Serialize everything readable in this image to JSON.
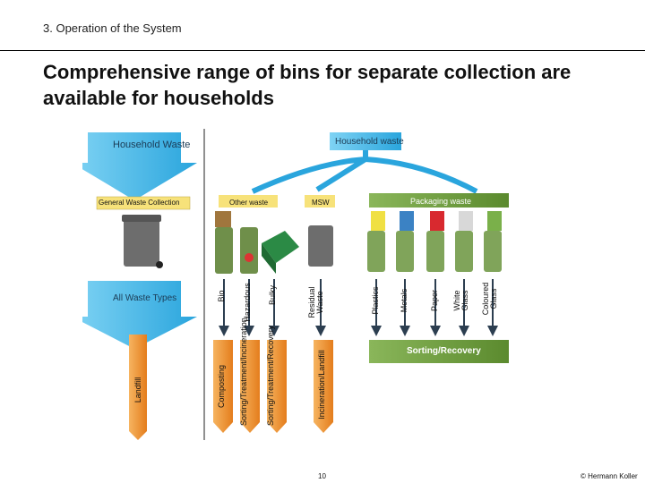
{
  "header": {
    "section": "3. Operation of the System"
  },
  "title": "Comprehensive range of bins for separate collection are available for households",
  "diagram": {
    "household_waste_left": "Household Waste",
    "household_waste_right": "Household waste",
    "general_collection": "General Waste Collection",
    "other_waste": "Other waste",
    "msw": "MSW",
    "packaging_waste": "Packaging waste",
    "all_waste_types": "All Waste Types",
    "landfill": "Landfill",
    "bin_labels": [
      "Bio",
      "Hazardous",
      "Bulky",
      "Residual Waste"
    ],
    "packaging_labels": [
      "Plastics",
      "Metals",
      "Paper",
      "White Glass",
      "Coloured Glass"
    ],
    "outcomes": [
      "Composting",
      "Sorting/Treatment/Incineration",
      "Sorting/Treatment/Recovery",
      "Incineration/Landfill"
    ],
    "sorting_recovery": "Sorting/Recovery",
    "colors": {
      "blue_arrow": "#3cb4e6",
      "green_band": "#6e9a3a",
      "orange_arrow": "#f0902a",
      "yellow_box": "#f7e27a"
    }
  },
  "footer": {
    "page": "10",
    "copyright": "© Hermann Koller"
  }
}
